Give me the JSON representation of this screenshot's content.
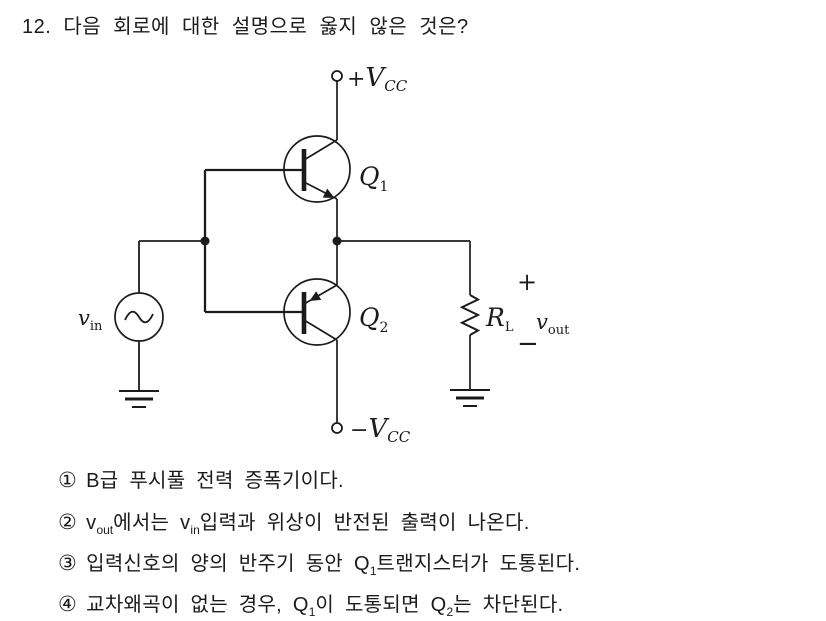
{
  "page": {
    "background": "#ffffff",
    "ink": "#1b1b1b"
  },
  "question": {
    "number": "12.",
    "text": "다음 회로에 대한 설명으로 옳지 않은 것은?"
  },
  "circuit": {
    "top_rail": {
      "sign": "+",
      "base": "V",
      "sub": "CC"
    },
    "bottom_rail": {
      "sign": "−",
      "base": "V",
      "sub": "CC"
    },
    "q1": {
      "base": "Q",
      "sub": "1"
    },
    "q2": {
      "base": "Q",
      "sub": "2"
    },
    "vin": {
      "base": "v",
      "sub": "in"
    },
    "rl": {
      "base": "R",
      "sub": "L"
    },
    "vout": {
      "base": "v",
      "sub": "out"
    },
    "vout_polarity": {
      "plus": "+",
      "minus": "−"
    },
    "description": "Class B push-pull amplifier: NPN Q1 and PNP Q2 between +VCC and −VCC rails, AC source vin driving both bases, load RL to ground with output vout"
  },
  "options": [
    {
      "number": "①",
      "segments": [
        {
          "t": "B급 푸시풀 전력 증폭기이다."
        }
      ]
    },
    {
      "number": "②",
      "segments": [
        {
          "t": "v"
        },
        {
          "t": "out",
          "sub": true
        },
        {
          "t": "에서는 "
        },
        {
          "t": "v"
        },
        {
          "t": "in",
          "sub": true
        },
        {
          "t": "입력과 위상이 반전된 출력이 나온다."
        }
      ]
    },
    {
      "number": "③",
      "segments": [
        {
          "t": "입력신호의 양의 반주기 동안 "
        },
        {
          "t": "Q"
        },
        {
          "t": "1",
          "sub": true
        },
        {
          "t": "트랜지스터가 도통된다."
        }
      ]
    },
    {
      "number": "④",
      "segments": [
        {
          "t": "교차왜곡이 없는 경우, "
        },
        {
          "t": "Q"
        },
        {
          "t": "1",
          "sub": true
        },
        {
          "t": "이 도통되면 "
        },
        {
          "t": "Q"
        },
        {
          "t": "2",
          "sub": true
        },
        {
          "t": "는 차단된다."
        }
      ]
    }
  ]
}
